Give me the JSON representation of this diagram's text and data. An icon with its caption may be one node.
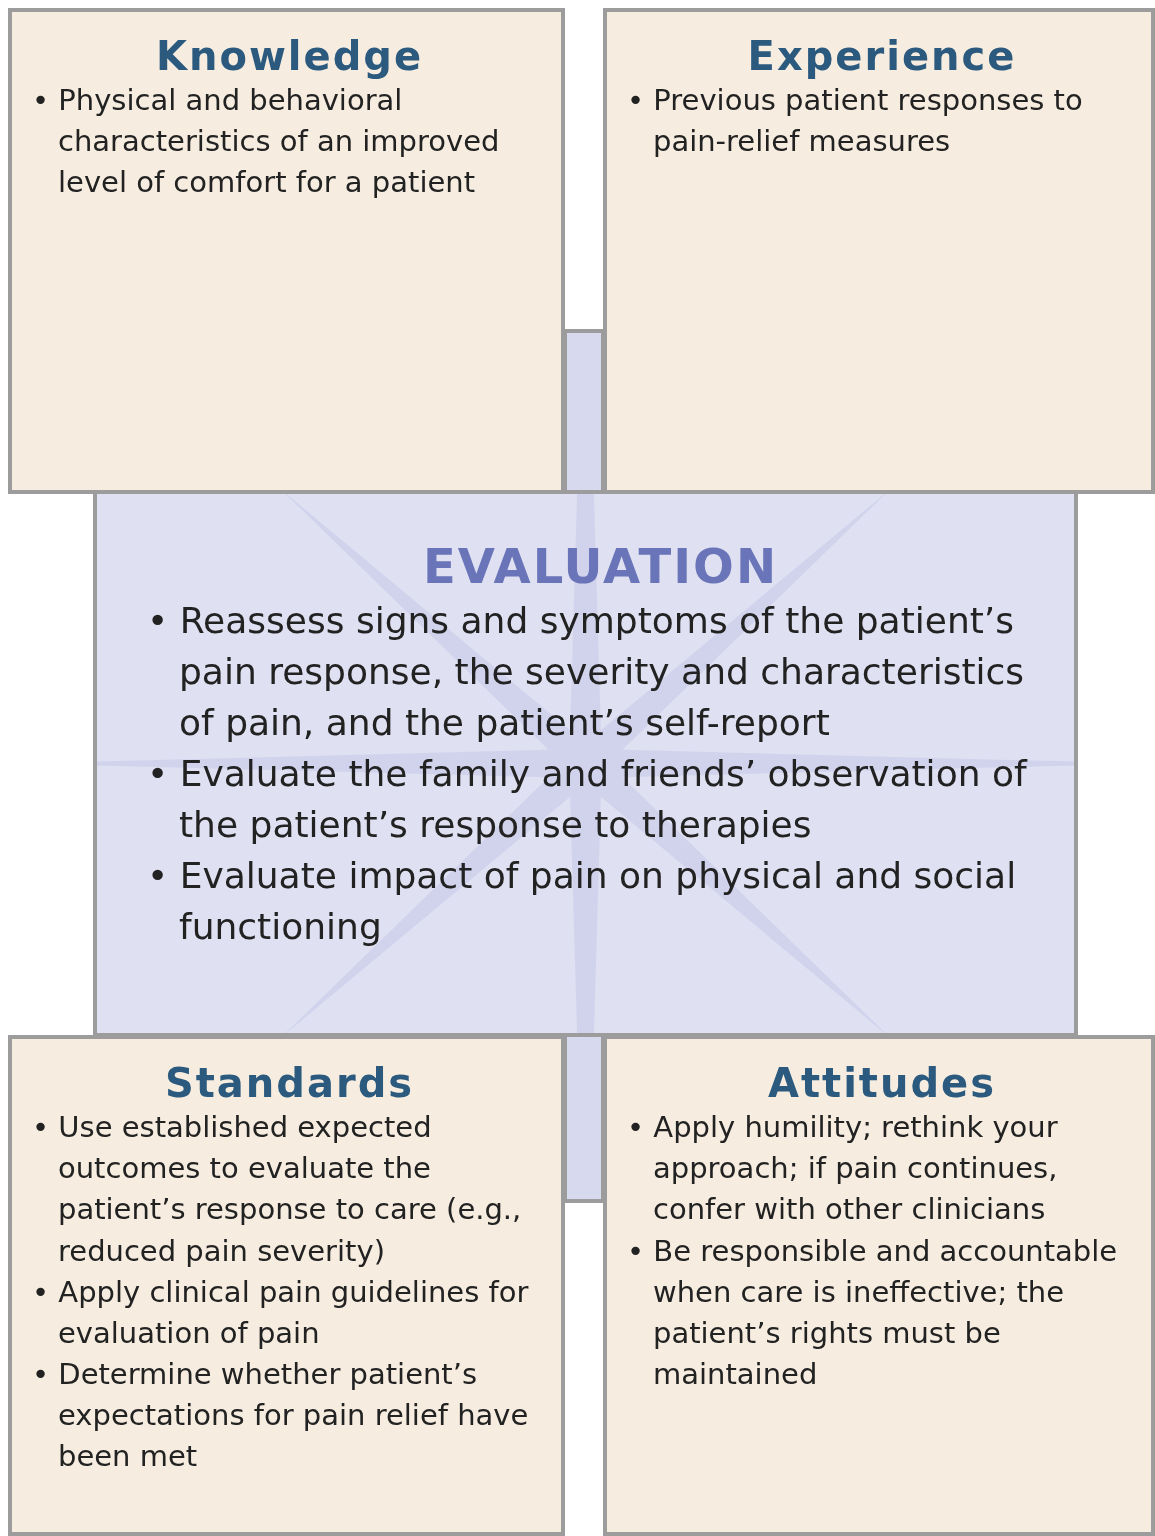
{
  "diagram": {
    "nodes": [
      {
        "text": [
          "Knowledge",
          "• Physical and behavioral characteristics of an improved level of comfort for a patient"
        ]
      },
      {
        "text": [
          "Experience",
          "• Previous patient responses to pain-relief measures"
        ]
      },
      {
        "text": [
          "EVALUATION",
          "• Reassess signs and symptoms of the patient’s pain response, the severity and characteristics of pain, and the patient’s self-report",
          "• Evaluate the family and friends’ observation of the patient’s response to therapies",
          "• Evaluate impact of pain on physical and social functioning"
        ]
      },
      {
        "text": [
          "Standards",
          "• Use established expected outcomes to evaluate the patient’s response to care (e.g., reduced pain severity)",
          "• Apply clinical pain guidelines for evaluation of pain",
          "• Determine whether patient’s expectations for pain relief have been met"
        ]
      },
      {
        "text": [
          "Attitudes",
          "• Apply humility; rethink your approach; if pain continues, confer with other clinicians",
          "• Be responsible and accountable when care is ineffective; the patient’s rights must be maintained"
        ]
      }
    ]
  }
}
